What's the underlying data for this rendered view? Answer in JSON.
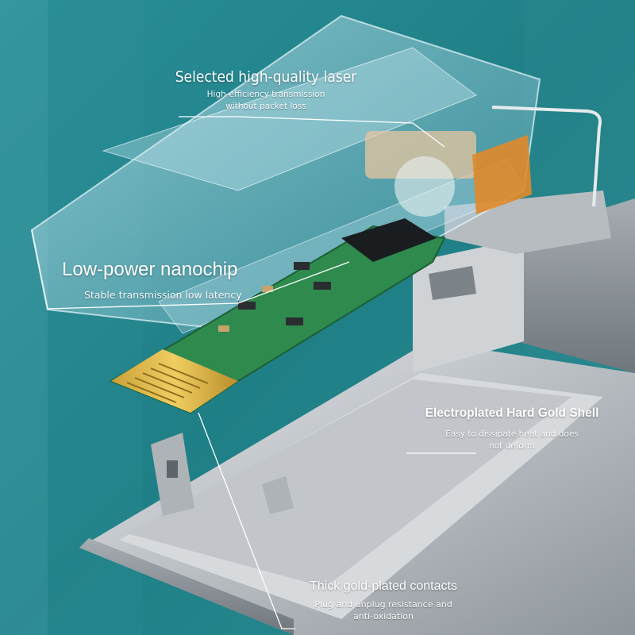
{
  "image": {
    "subject": "SFP optical transceiver module exploded view",
    "palette": {
      "background": "#1f7f86",
      "metal": "#c9cdd1",
      "pcb": "#2f8a4e",
      "gold": "#d9b441",
      "laser_orange": "#e0892a"
    }
  },
  "callouts": {
    "laser": {
      "title": "Selected high-quality laser",
      "description": "High-efficiency transmission without packet loss"
    },
    "chip": {
      "title": "Low-power nanochip",
      "description": "Stable transmission low latency"
    },
    "shell": {
      "title": "Electroplated Hard Gold Shell",
      "description": "Easy to dissipate heat and does not deform"
    },
    "contacts": {
      "title": "Thick gold-plated contacts",
      "description": "Plug and unplug resistance and anti-oxidation"
    }
  }
}
